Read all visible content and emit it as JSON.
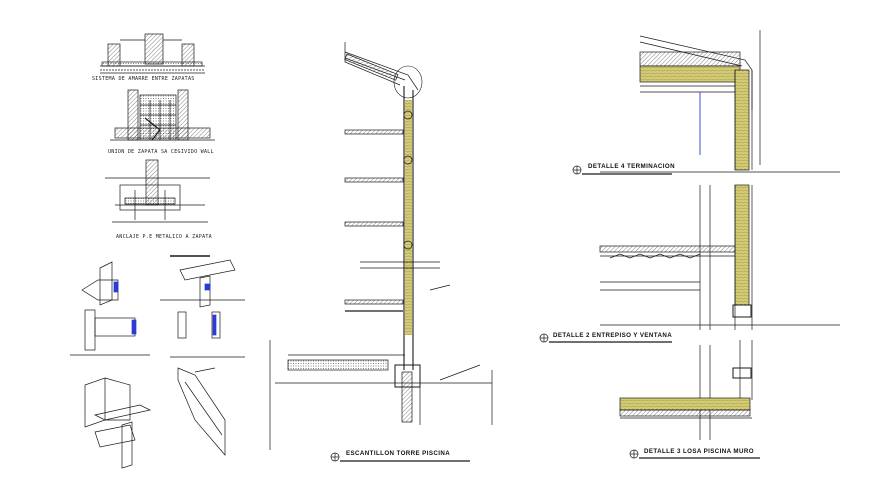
{
  "drawing": {
    "captions": {
      "amarre": "SISTEMA DE AMARRE ENTRE ZAPATAS",
      "union": "UNION DE ZAPATA SA CEGIVIDO WALL",
      "anclaje": "ANCLAJE P.E METALICO A ZAPATA"
    },
    "titles": {
      "escantillon": "ESCANTILLON TORRE PISCINA",
      "detalle4": "DETALLE 4 TERMINACION",
      "detalle2": "DETALLE 2 ENTREPISO Y VENTANA",
      "detalle3": "DETALLE 3 LOSA PISCINA MURO"
    },
    "colors": {
      "line": "#1a1a1a",
      "insulation": "#d8cf7a",
      "steel_blue": "#2a3bd6",
      "background": "#ffffff"
    }
  }
}
